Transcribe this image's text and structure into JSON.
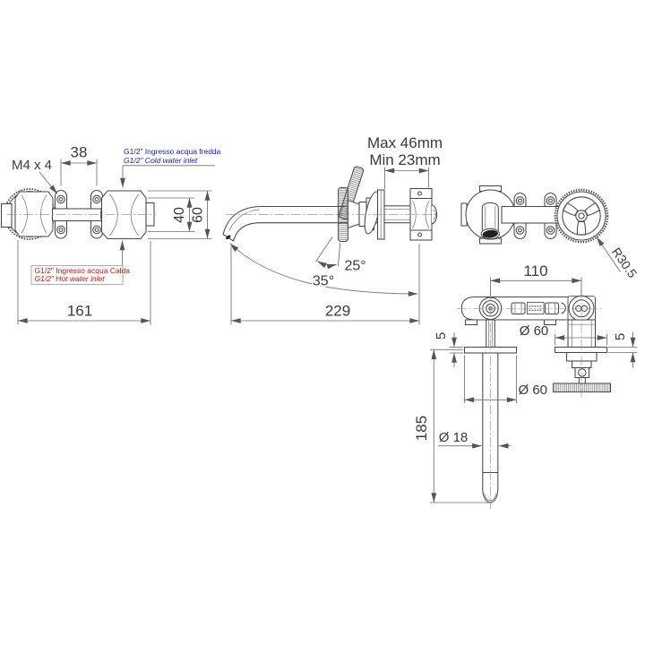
{
  "colors": {
    "background": "#ffffff",
    "part_line": "#474747",
    "dimension_line": "#6e6e6e",
    "dimension_text": "#3a3a3a",
    "cold_label": "#1717cd",
    "hot_label": "#d01111",
    "aerator_fill": "#222222"
  },
  "back_view": {
    "hole_spacing": "38",
    "screw_spec": "M4 x 4",
    "overall_width": "161",
    "body_height_inner": "40",
    "body_height_outer": "60",
    "cold_inlet_line1": "G1/2\" Ingresso acqua fredda",
    "cold_inlet_line2": "G1/2\" Cold water inlet",
    "hot_inlet_line1": "G1/2\" Ingresso acqua Calda",
    "hot_inlet_line2": "G1/2\" Hot water inlet"
  },
  "side_view": {
    "wall_depth_max": "Max 46mm",
    "wall_depth_min": "Min 23mm",
    "handle_tilt_angle": "25°",
    "spout_angle": "35°",
    "spout_projection": "229"
  },
  "front_view": {
    "handwheel_radius": "R30.5",
    "centres_distance": "110"
  },
  "top_view": {
    "flange_thickness_left": "5",
    "flange_thickness_right": "5",
    "flange_diameter_left": "Ø 60",
    "flange_diameter_right": "Ø 60",
    "spout_reach": "185",
    "spout_diameter": "Ø 18"
  }
}
